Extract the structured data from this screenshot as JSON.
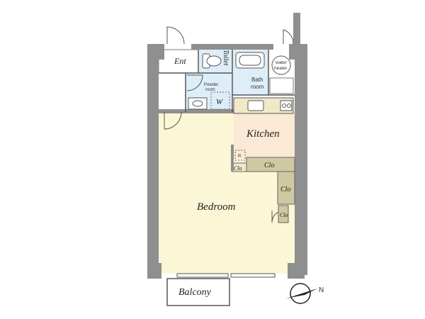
{
  "rooms": {
    "entrance": "Ent",
    "toilet": "Toilet",
    "bath_line1": "Bath",
    "bath_line2": "room",
    "powder_line1": "Powder",
    "powder_line2": "room",
    "washer": "W",
    "water_heater_line1": "water",
    "water_heater_line2": "heater",
    "kitchen": "Kitchen",
    "fridge": "R",
    "closet_small": "Clo",
    "closet_main": "Clo",
    "closet_right": "Clo",
    "closet_lower": "Clo",
    "bedroom": "Bedroom",
    "balcony": "Balcony"
  },
  "compass": {
    "north_label": "N"
  },
  "colors": {
    "bedroom_floor": "#FBF6D6",
    "kitchen_floor": "#FBE9D5",
    "wet_floor": "#DDEEF8",
    "closet_fill": "#CFC8A1",
    "wall_fill": "#8F8F8F",
    "outline": "#555555"
  }
}
